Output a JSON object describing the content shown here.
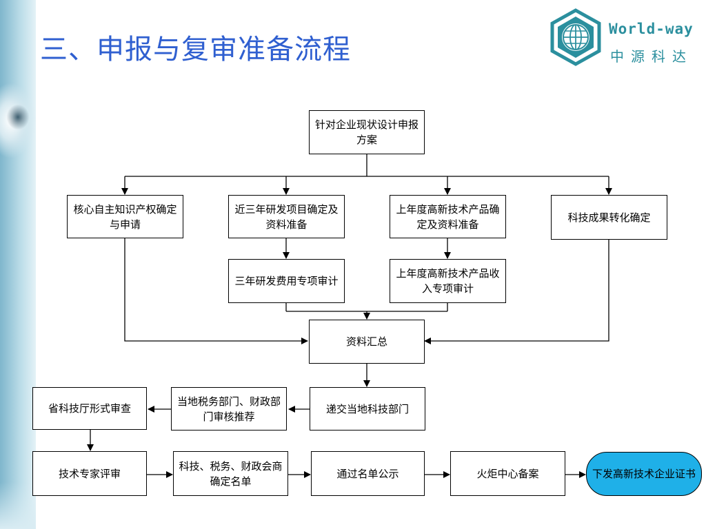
{
  "title": "三、申报与复审准备流程",
  "logo": {
    "english": "World-way",
    "chinese": "中源科达"
  },
  "flow": {
    "start": "针对企业现状设计申报方案",
    "ip": "核心自主知识产权确定与申请",
    "rd_projects": "近三年研发项目确定及资料准备",
    "products": "上年度高新技术产品确定及资料准备",
    "transfer": "科技成果转化确定",
    "rd_audit": "三年研发费用专项审计",
    "income_audit": "上年度高新技术产品收入专项审计",
    "summary": "资料汇总",
    "submit": "递交当地科技部门",
    "local_review": "当地税务部门、财政部门审核推荐",
    "province_review": "省科技厅形式审查",
    "expert_review": "技术专家评审",
    "joint_confirm": "科技、税务、财政会商确定名单",
    "publicity": "通过名单公示",
    "torch_record": "火炬中心备案",
    "certificate": "下发高新技术企业证书"
  },
  "colors": {
    "title": "#2f5fd0",
    "logo": "#2b8f9e",
    "final_node": "#1fb0e8"
  }
}
